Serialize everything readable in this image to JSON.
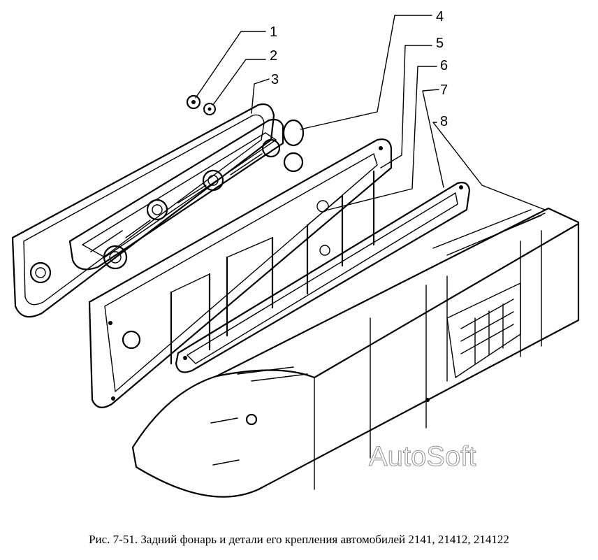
{
  "callouts": [
    "1",
    "2",
    "3",
    "4",
    "5",
    "6",
    "7",
    "8"
  ],
  "watermark": "AutoSoft",
  "caption": "Рис. 7-51. Задний фонарь и детали его крепления автомобилей 2141, 21412, 214122"
}
